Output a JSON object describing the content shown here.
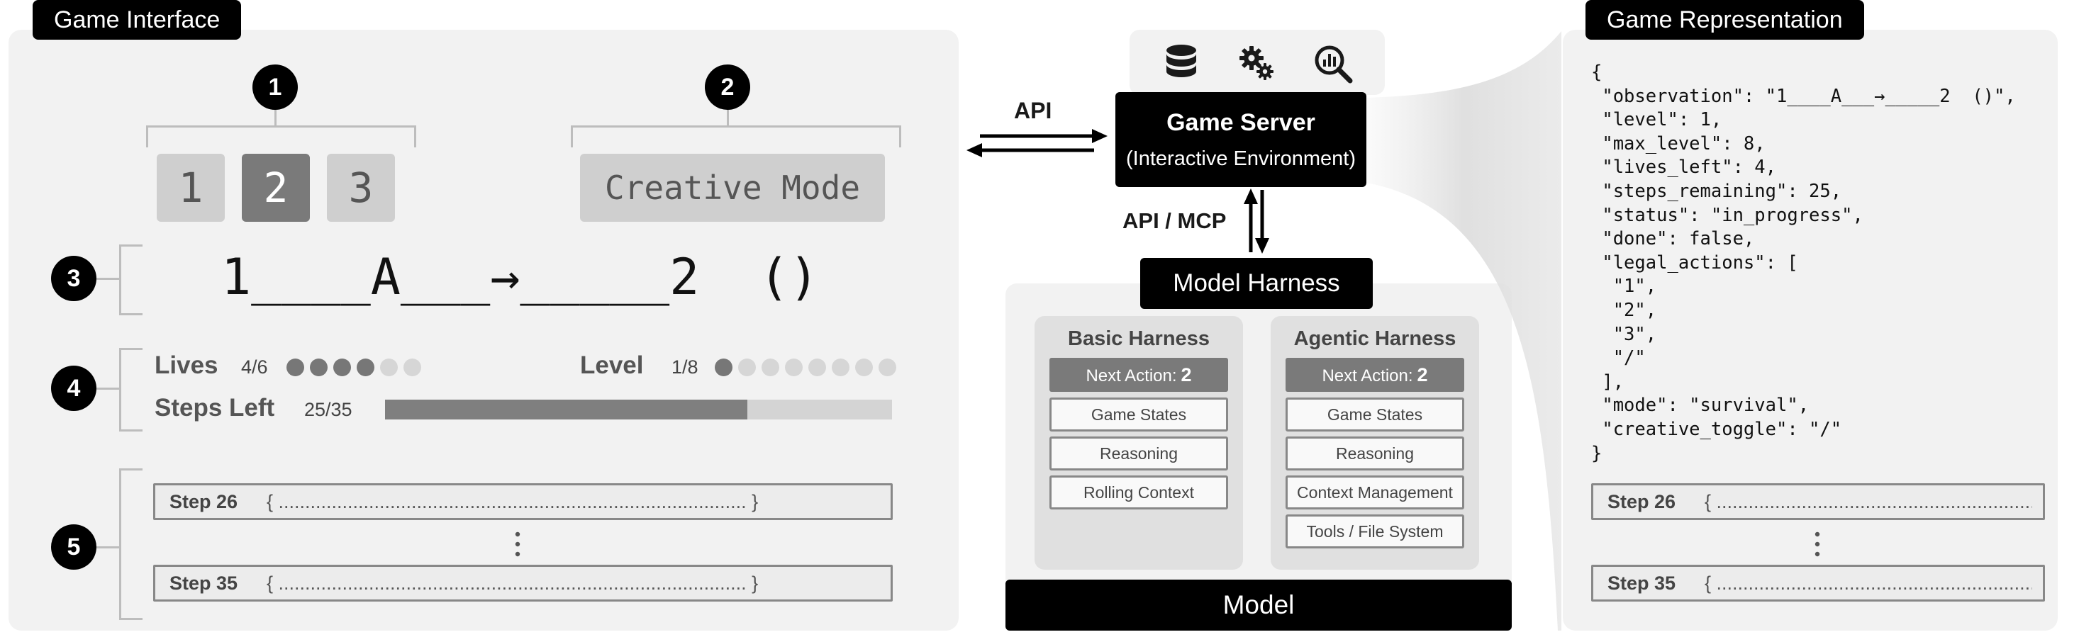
{
  "game_interface": {
    "title": "Game Interface",
    "markers": [
      "1",
      "2",
      "3",
      "4",
      "5"
    ],
    "action_keys": [
      "1",
      "2",
      "3"
    ],
    "creative_mode": "Creative Mode",
    "observation": "1____A___→_____2  ()",
    "lives": {
      "label": "Lives",
      "value": "4/6",
      "filled": 4,
      "total": 6
    },
    "level": {
      "label": "Level",
      "value": "1/8",
      "filled": 1,
      "total": 8
    },
    "steps_left": {
      "label": "Steps Left",
      "value": "25/35",
      "fraction": 0.714
    },
    "steps": [
      {
        "label": "Step 26",
        "content": "{ ........................................................................................ }"
      },
      {
        "label": "Step 35",
        "content": "{ ........................................................................................ }"
      }
    ]
  },
  "server": {
    "title": "Game Server",
    "subtitle": "(Interactive Environment)",
    "api_label": "API",
    "api_mcp_label": "API / MCP",
    "icons": [
      "database-icon",
      "gears-icon",
      "analytics-search-icon"
    ]
  },
  "harness": {
    "title": "Model Harness",
    "basic": {
      "title": "Basic Harness",
      "next_action_label": "Next Action:",
      "next_action_value": "2",
      "items": [
        "Game States",
        "Reasoning",
        "Rolling Context"
      ]
    },
    "agentic": {
      "title": "Agentic Harness",
      "next_action_label": "Next Action:",
      "next_action_value": "2",
      "items": [
        "Game States",
        "Reasoning",
        "Context Management",
        "Tools / File System"
      ]
    },
    "model": "Model"
  },
  "representation": {
    "title": "Game Representation",
    "json_lines": [
      "{",
      " \"observation\": \"1____A___→_____2  ()\",",
      " \"level\": 1,",
      " \"max_level\": 8,",
      " \"lives_left\": 4,",
      " \"steps_remaining\": 25,",
      " \"status\": \"in_progress\",",
      " \"done\": false,",
      " \"legal_actions\": [",
      "  \"1\",",
      "  \"2\",",
      "  \"3\",",
      "  \"/\"",
      " ],",
      " \"mode\": \"survival\",",
      " \"creative_toggle\": \"/\"",
      "}"
    ],
    "steps": [
      {
        "label": "Step 26",
        "content": "{ .................................................................... }"
      },
      {
        "label": "Step 35",
        "content": "{ .................................................................... }"
      }
    ]
  }
}
